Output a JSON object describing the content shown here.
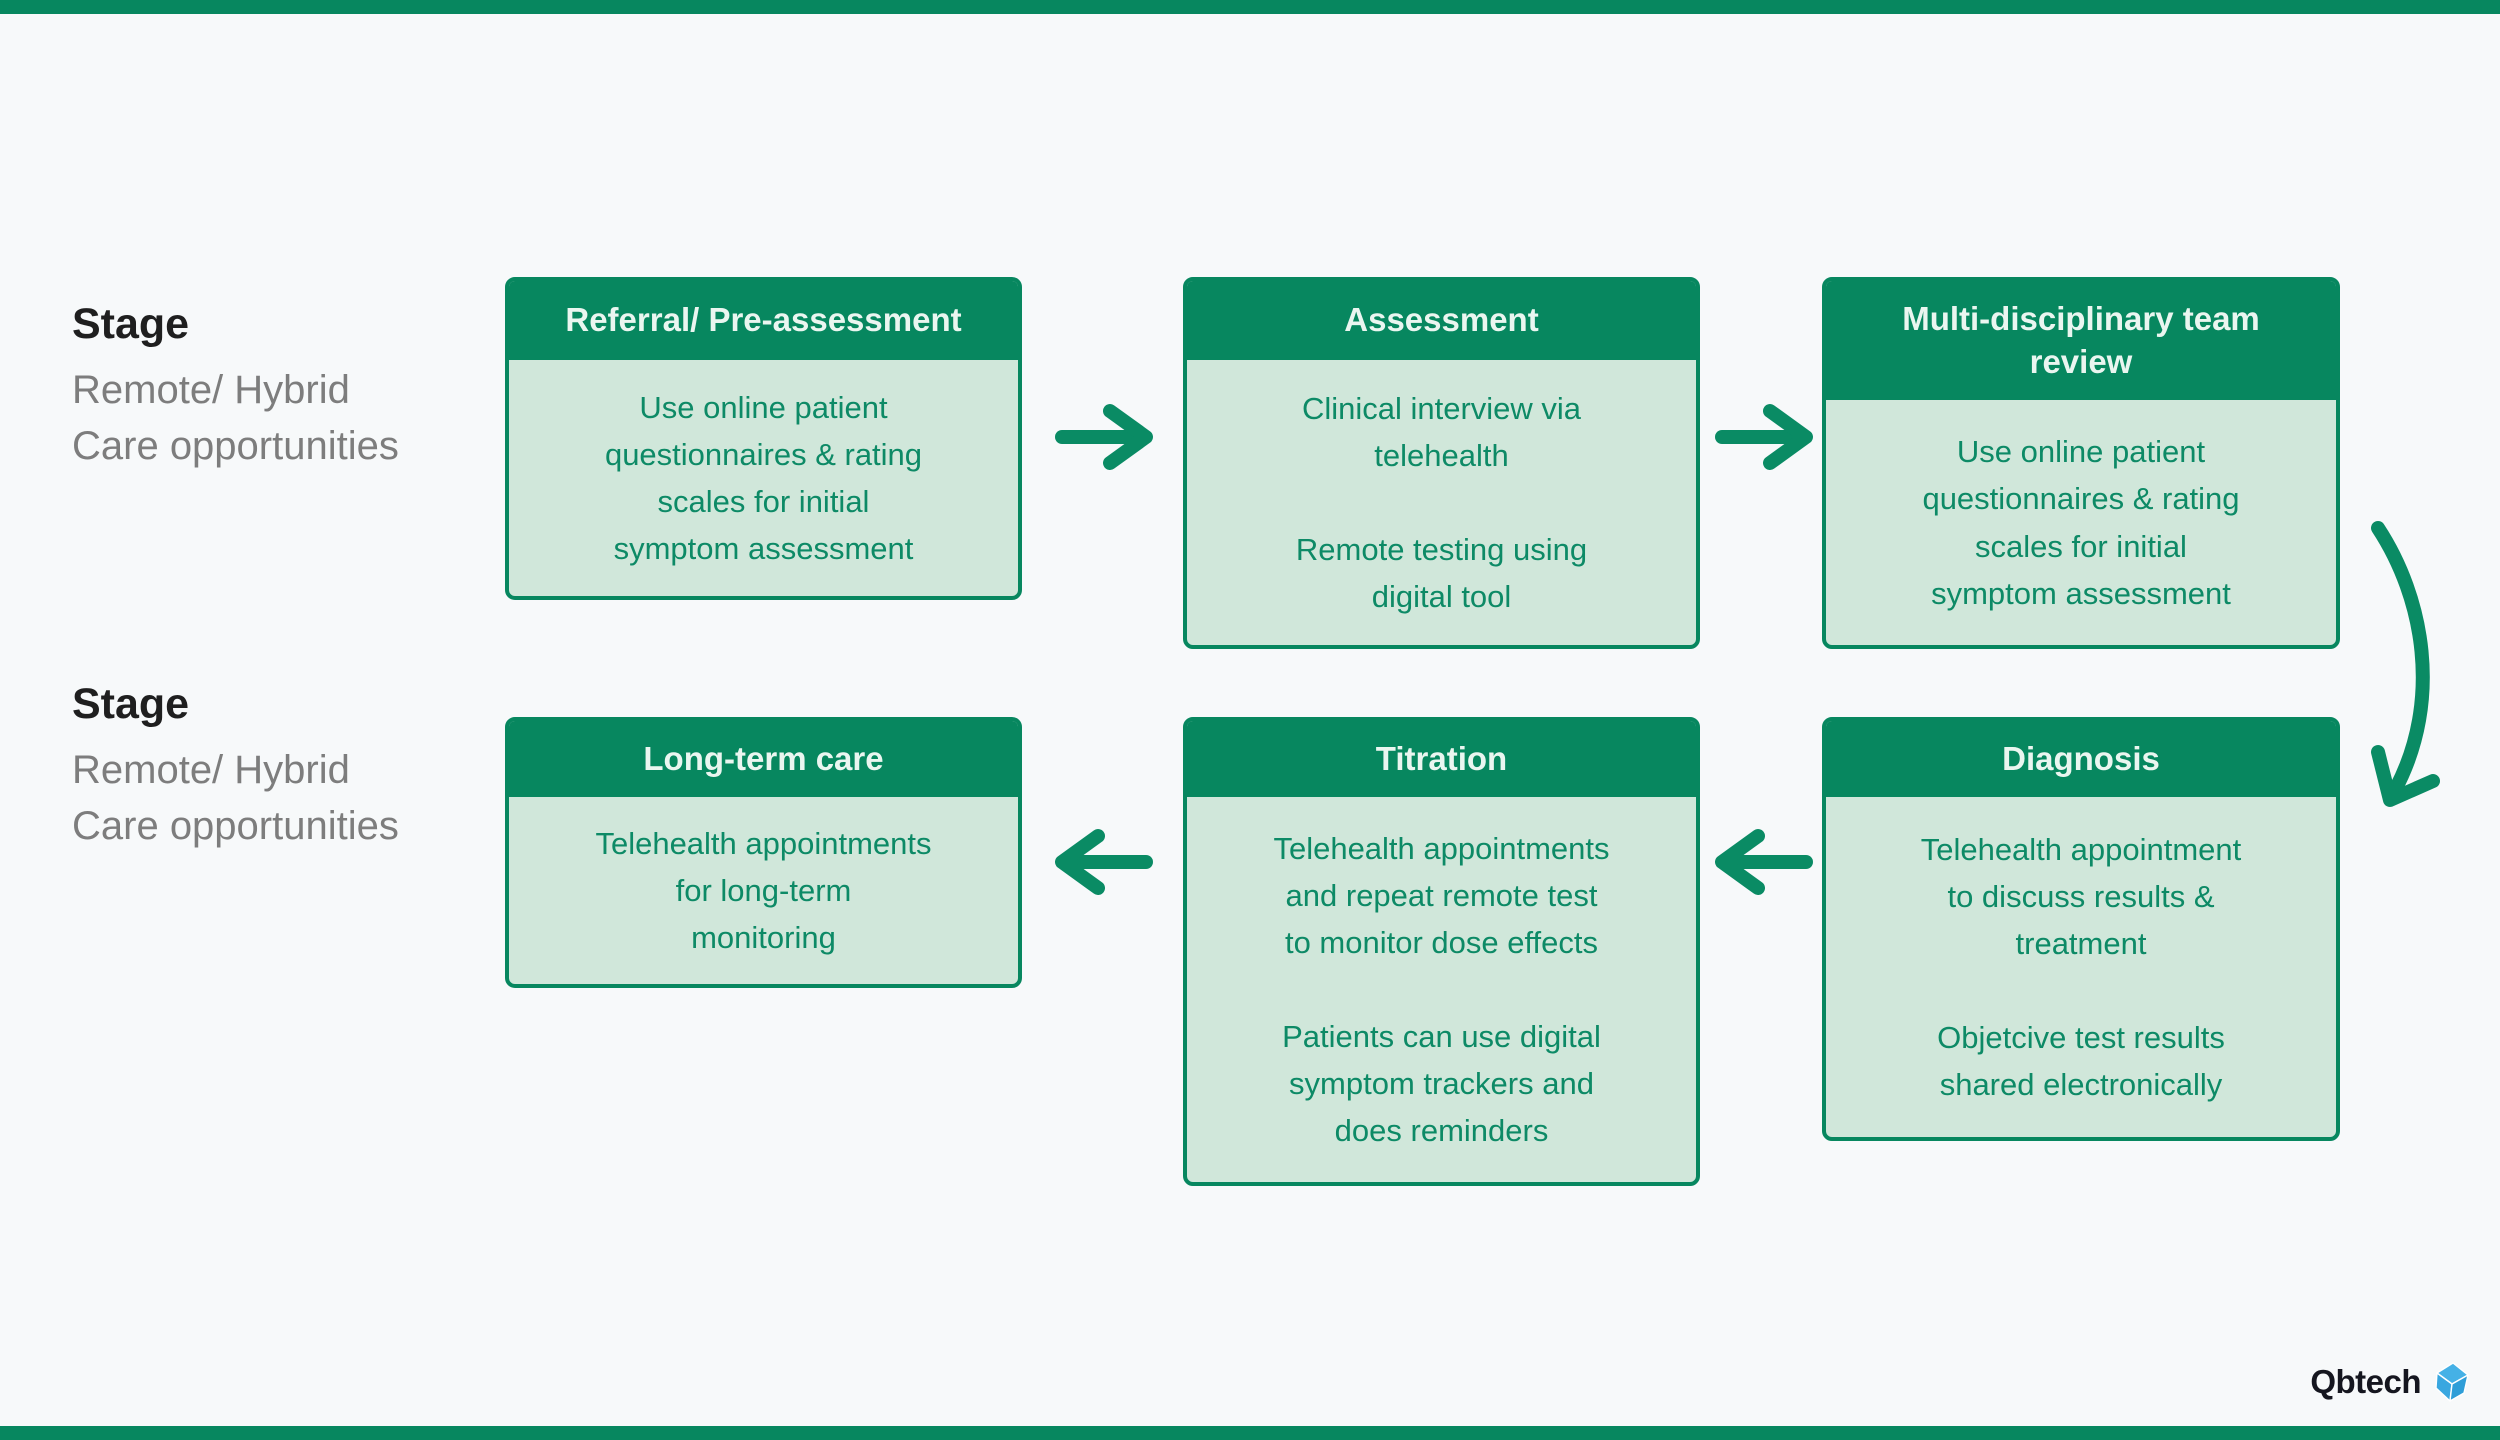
{
  "colors": {
    "brand_green": "#07875f",
    "light_green": "#d0e7da",
    "body_text_green": "#0d8a66",
    "header_text": "#eaf6f0",
    "background": "#f7f9fa",
    "stage_title": "#1f1f1f",
    "stage_sub_gray": "#7d7d7d",
    "logo_cube_blue": "#39a7e0"
  },
  "stage_row1": {
    "title": "Stage",
    "subtitle": "Remote/ Hybrid\nCare opportunities"
  },
  "stage_row2": {
    "title": "Stage",
    "subtitle": "Remote/ Hybrid\nCare opportunities"
  },
  "boxes": {
    "referral": {
      "title": "Referral/ Pre-assessment",
      "p1": "Use online patient\nquestionnaires & rating\nscales for initial\nsymptom assessment"
    },
    "assessment": {
      "title": "Assessment",
      "p1": "Clinical interview via\ntelehealth",
      "p2": "Remote testing using\ndigital tool"
    },
    "mdt": {
      "title": "Multi-disciplinary team\nreview",
      "p1": "Use online patient\nquestionnaires & rating\nscales for initial\nsymptom assessment"
    },
    "diagnosis": {
      "title": "Diagnosis",
      "p1": "Telehealth appointment\nto discuss results &\ntreatment",
      "p2": "Objetcive test results\nshared electronically"
    },
    "titration": {
      "title": "Titration",
      "p1": "Telehealth appointments\nand repeat remote test\nto monitor dose effects",
      "p2": "Patients can use digital\nsymptom trackers and\ndoes reminders"
    },
    "longterm": {
      "title": "Long-term care",
      "p1": "Telehealth appointments\nfor long-term\nmonitoring"
    }
  },
  "logo": {
    "text": "Qbtech"
  }
}
